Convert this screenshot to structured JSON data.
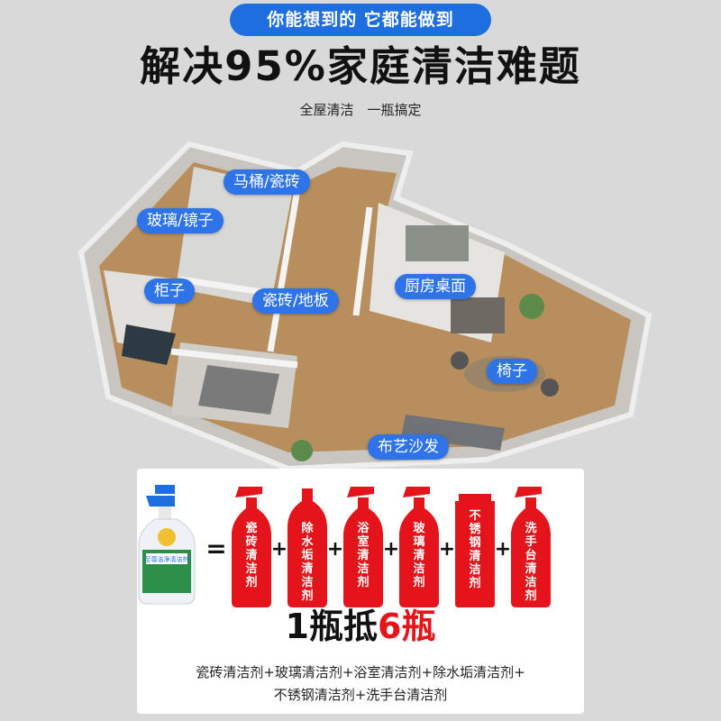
{
  "header": {
    "pill_text": "你能想到的 它都能做到",
    "headline": "解决95%家庭清洁难题",
    "subline": "全屋清洁　一瓶搞定"
  },
  "scene_labels": [
    {
      "id": "toilet-tile",
      "text": "马桶/瓷砖"
    },
    {
      "id": "glass-mirror",
      "text": "玻璃/镜子"
    },
    {
      "id": "cabinet",
      "text": "柜子"
    },
    {
      "id": "tile-floor",
      "text": "瓷砖/地板"
    },
    {
      "id": "kitchen-counter",
      "text": "厨房桌面"
    },
    {
      "id": "chair",
      "text": "椅子"
    },
    {
      "id": "fabric-sofa",
      "text": "布艺沙发"
    }
  ],
  "product": {
    "label_text": "至尊洁净清洁剂",
    "brand_color": "#1e6ee0"
  },
  "equation": {
    "equals": "=",
    "plus": "+",
    "bottles": [
      {
        "chars": [
          "瓷",
          "砖",
          "清",
          "洁",
          "剂"
        ]
      },
      {
        "chars": [
          "除",
          "水",
          "垢",
          "清",
          "洁",
          "剂"
        ]
      },
      {
        "chars": [
          "浴",
          "室",
          "清",
          "洁",
          "剂"
        ]
      },
      {
        "chars": [
          "玻",
          "璃",
          "清",
          "洁",
          "剂"
        ]
      },
      {
        "chars": [
          "不",
          "锈",
          "钢",
          "清",
          "洁",
          "剂"
        ]
      },
      {
        "chars": [
          "洗",
          "手",
          "台",
          "清",
          "洁",
          "剂"
        ]
      }
    ],
    "bottle_color": "#e3151a"
  },
  "result": {
    "prefix": "1瓶抵",
    "highlight": "6瓶"
  },
  "footnote": {
    "line1": "瓷砖清洁剂+玻璃清洁剂+浴室清洁剂+除水垢清洁剂+",
    "line2": "不锈钢清洁剂+洗手台清洁剂"
  }
}
